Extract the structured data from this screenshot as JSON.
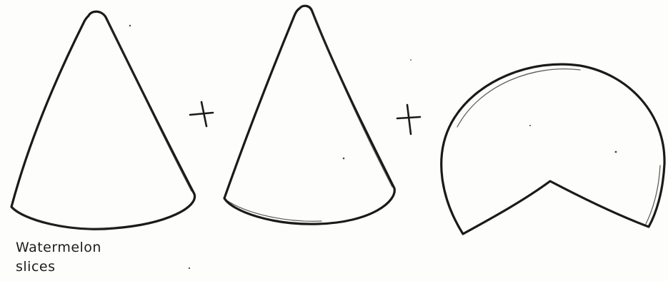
{
  "caption": {
    "line1": "Watermelon",
    "line2": "slices"
  },
  "operators": {
    "plus_symbol": "+"
  },
  "shapes": [
    {
      "name": "watermelon-slice",
      "count_in_image": 2
    },
    {
      "name": "remaining-watermelon-disk",
      "count_in_image": 1
    }
  ],
  "colors": {
    "ink": "#1a1a1a",
    "paper": "#fdfdfc"
  }
}
